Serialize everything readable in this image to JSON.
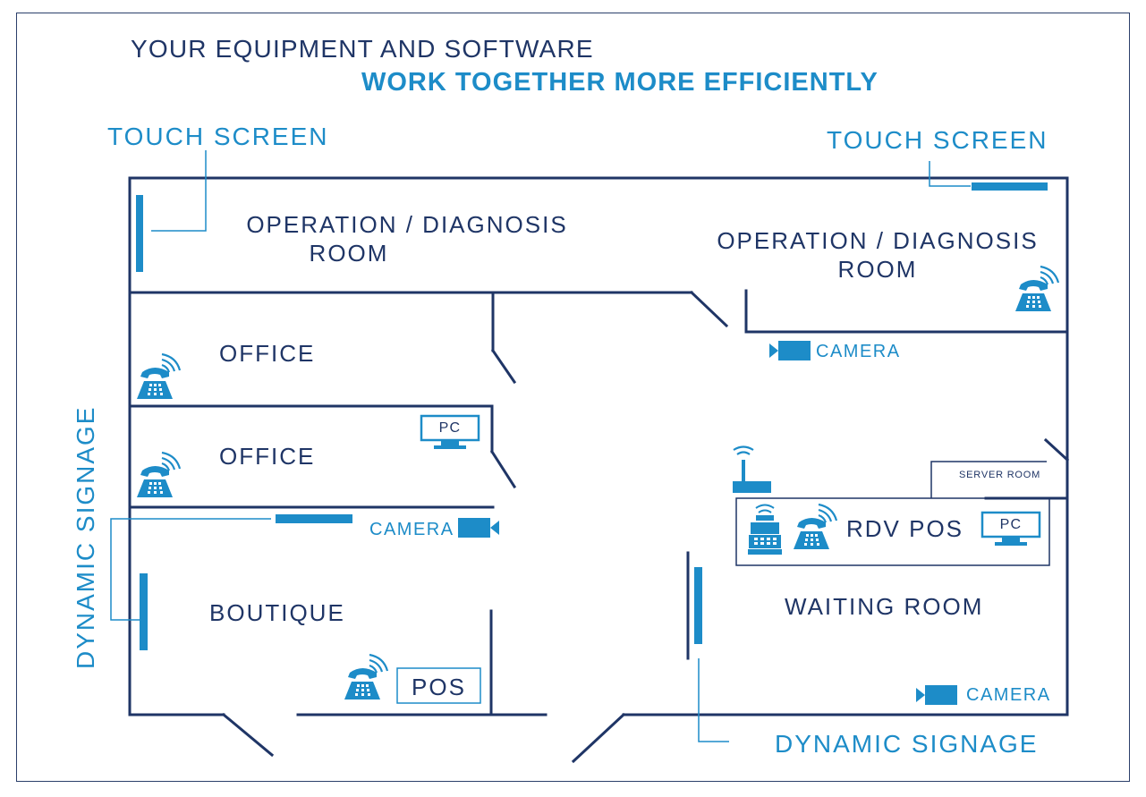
{
  "header": {
    "line1": "YOUR EQUIPMENT AND SOFTWARE",
    "line2": "WORK TOGETHER MORE EFFICIENTLY"
  },
  "callouts": {
    "touch_screen_left": "TOUCH SCREEN",
    "touch_screen_right": "TOUCH SCREEN",
    "dynamic_signage_left": "DYNAMIC SIGNAGE",
    "dynamic_signage_bottom": "DYNAMIC SIGNAGE"
  },
  "rooms": {
    "operation_left_line1": "OPERATION / DIAGNOSIS",
    "operation_left_line2": "ROOM",
    "operation_right_line1": "OPERATION / DIAGNOSIS",
    "operation_right_line2": "ROOM",
    "office_top": "OFFICE",
    "office_bottom": "OFFICE",
    "boutique": "BOUTIQUE",
    "waiting_room": "WAITING ROOM",
    "server_room": "SERVER ROOM",
    "rdv_pos": "RDV  POS"
  },
  "labels": {
    "camera_top_right": "CAMERA",
    "camera_middle": "CAMERA",
    "camera_bottom_right": "CAMERA",
    "pos_boutique": "POS",
    "pc_office": "PC",
    "pc_rdv": "PC"
  },
  "colors": {
    "navy": "#1f3566",
    "blue": "#1d8cc8",
    "wall": "#2b3f6a"
  },
  "icons": [
    "telephone-icon",
    "camera-icon",
    "pc-monitor-icon",
    "wifi-router-icon",
    "cash-register-icon"
  ]
}
